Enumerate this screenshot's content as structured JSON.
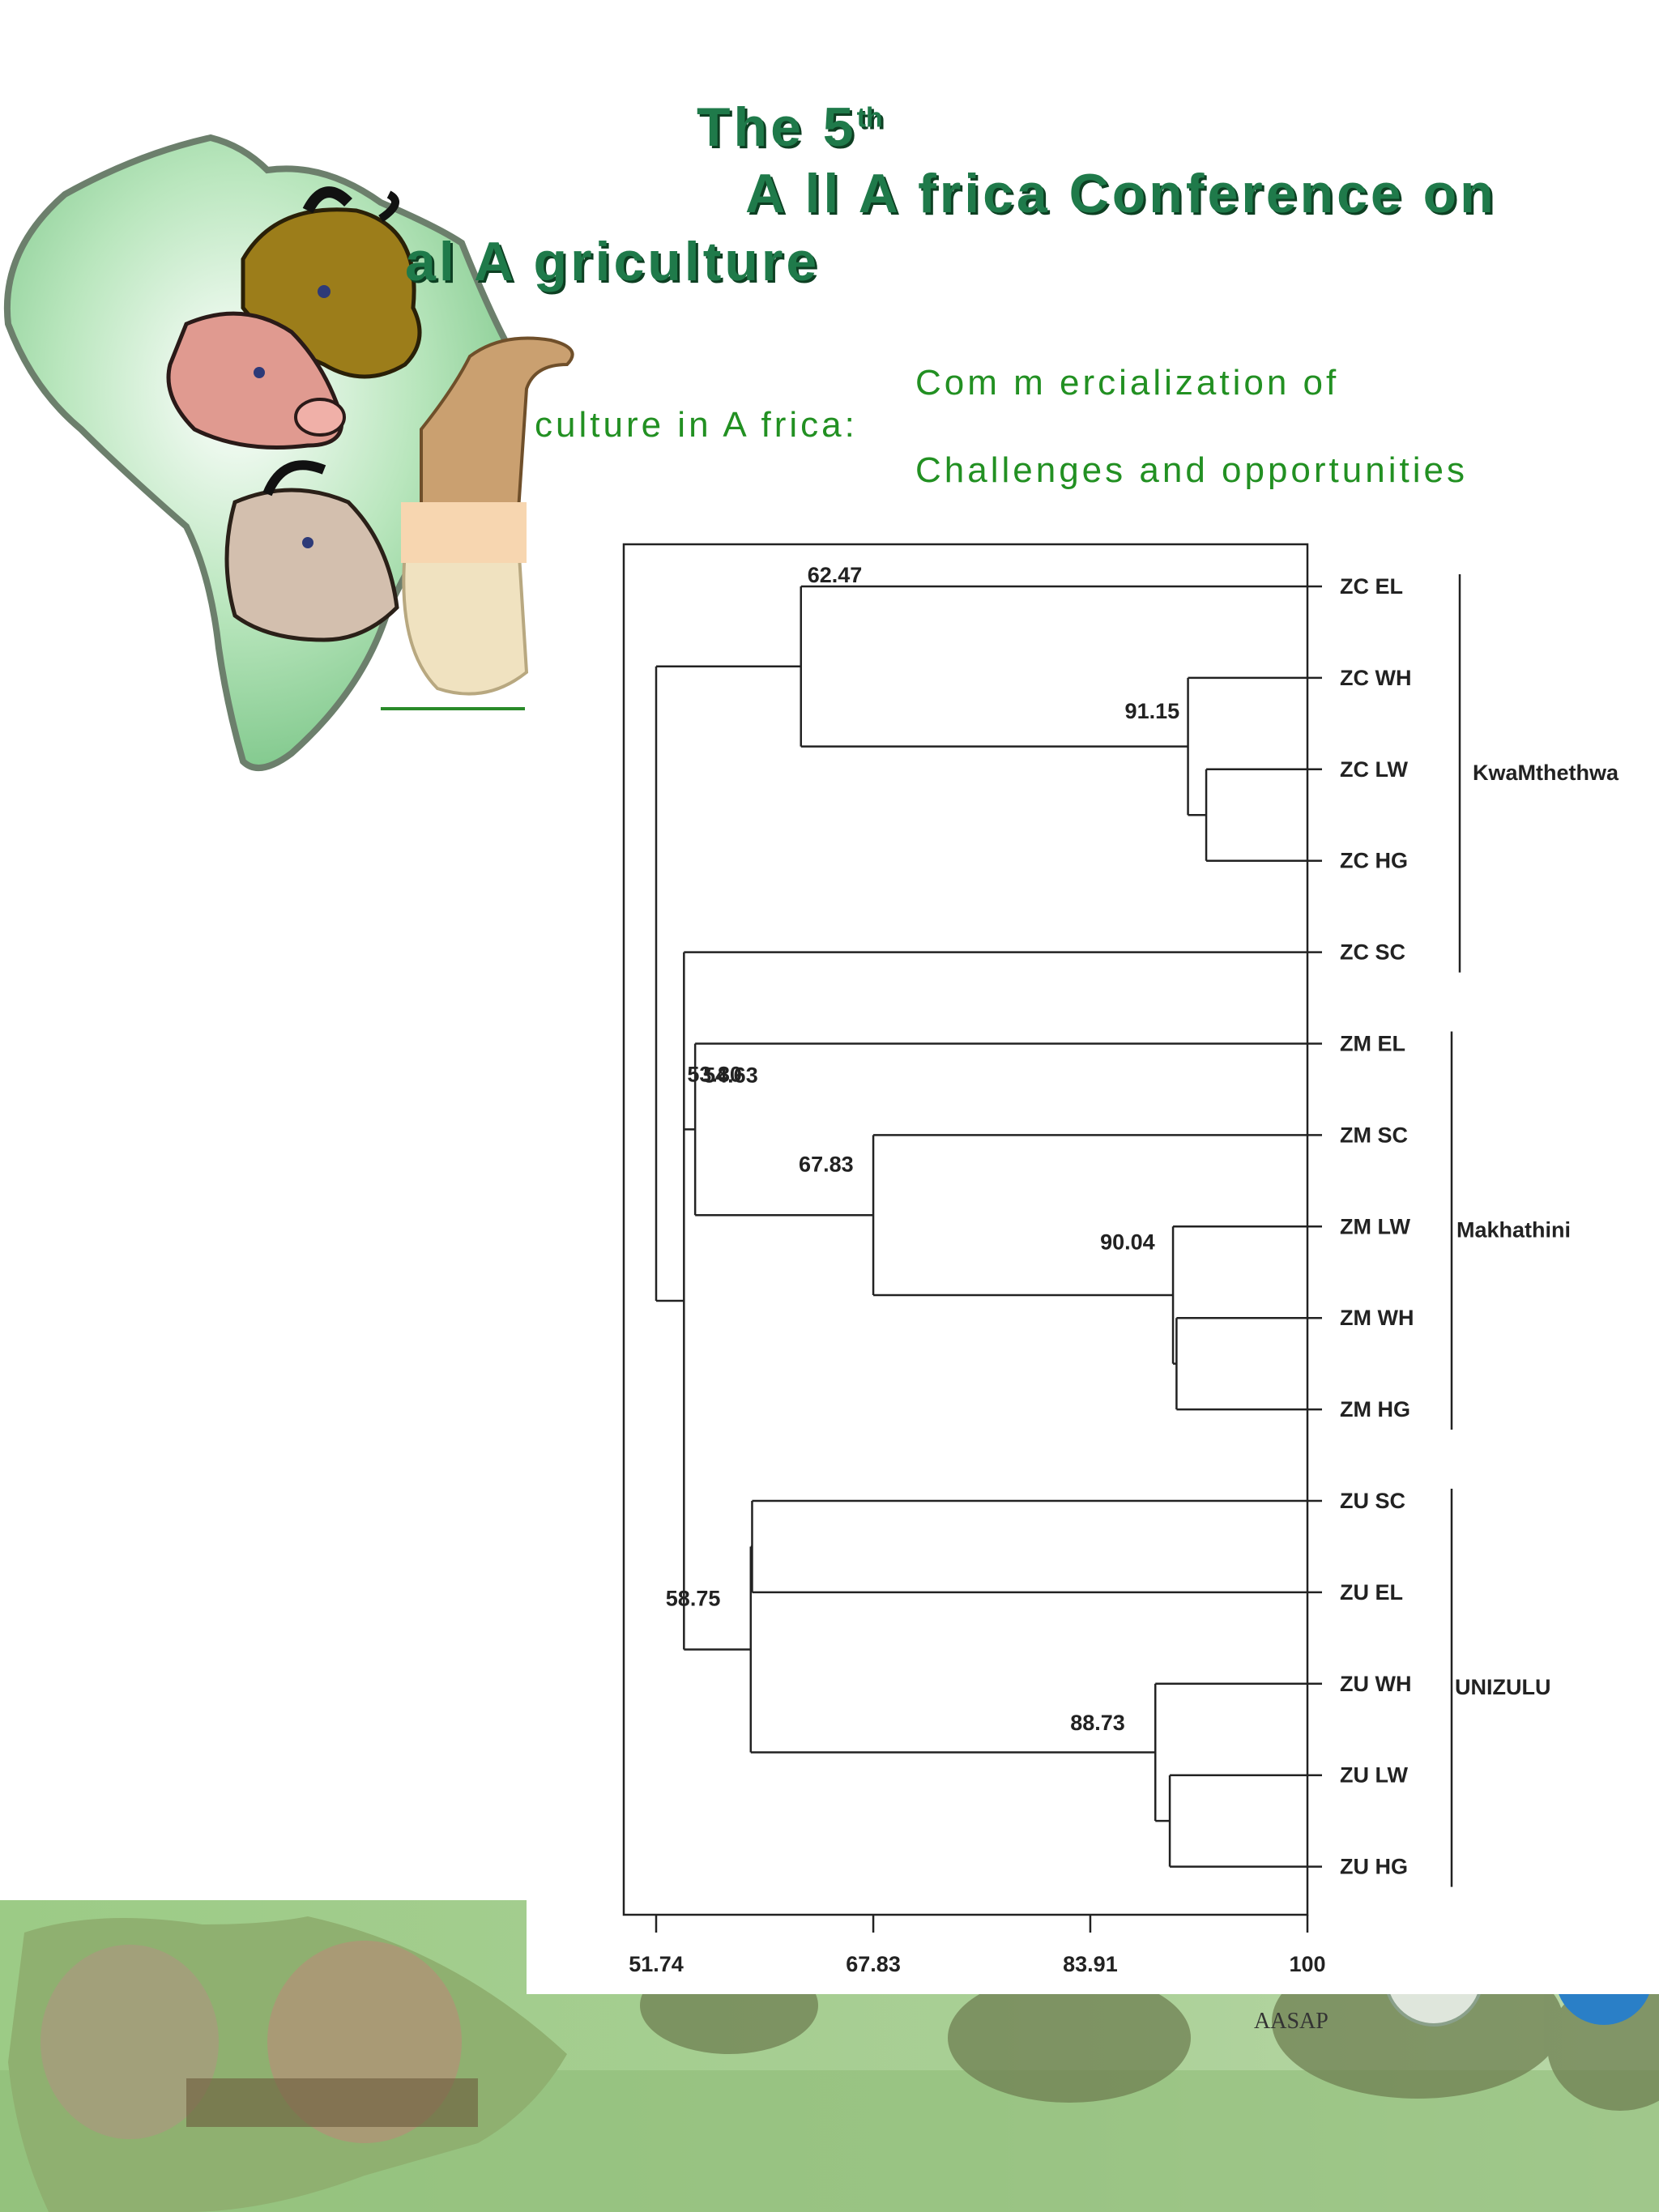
{
  "header": {
    "title_line1": "The 5",
    "title_sup": "th",
    "title_line2": "A ll A frica Conference on",
    "title_line3": "al A griculture",
    "subtitle_line1": "Com m ercialization of",
    "subtitle_line2": "culture in A frica:",
    "subtitle_line3": "Challenges and opportunities"
  },
  "footer": {
    "logo_label": "AASAP"
  },
  "colors": {
    "title_green": "#1f7a4a",
    "subtitle_green": "#229022",
    "banner_green": "#9fc98a",
    "africa_green": "#9ad9a4"
  },
  "chart_data": {
    "type": "dendrogram",
    "orientation": "horizontal",
    "xaxis": {
      "min": 51.74,
      "max": 100,
      "ticks": [
        51.74,
        67.83,
        83.91,
        100
      ],
      "tick_labels": [
        "51.74",
        "67.83",
        "83.91",
        "100"
      ]
    },
    "leaves": [
      "ZC EL",
      "ZC WH",
      "ZC LW",
      "ZC HG",
      "ZC SC",
      "ZM EL",
      "ZM SC",
      "ZM LW",
      "ZM WH",
      "ZM HG",
      "ZU SC",
      "ZU EL",
      "ZU WH",
      "ZU LW",
      "ZU HG"
    ],
    "merges": [
      {
        "id": "a",
        "children": [
          "ZC LW",
          "ZC HG"
        ],
        "similarity": 92.5
      },
      {
        "id": "b",
        "children": [
          "ZC WH",
          "a"
        ],
        "similarity": 91.15,
        "label": "91.15"
      },
      {
        "id": "c",
        "children": [
          "ZC EL",
          "b"
        ],
        "similarity": 62.47,
        "label": "62.47"
      },
      {
        "id": "d",
        "children": [
          "ZM WH",
          "ZM HG"
        ],
        "similarity": 90.3
      },
      {
        "id": "e",
        "children": [
          "ZM LW",
          "d"
        ],
        "similarity": 90.04,
        "label": "90.04"
      },
      {
        "id": "f",
        "children": [
          "ZM SC",
          "e"
        ],
        "similarity": 67.83,
        "label": "67.83"
      },
      {
        "id": "g",
        "children": [
          "ZM EL",
          "f"
        ],
        "similarity": 54.63,
        "label": "54.63"
      },
      {
        "id": "h",
        "children": [
          "ZU LW",
          "ZU HG"
        ],
        "similarity": 89.8
      },
      {
        "id": "i",
        "children": [
          "ZU WH",
          "h"
        ],
        "similarity": 88.73,
        "label": "88.73"
      },
      {
        "id": "j",
        "children": [
          "ZU SC",
          "ZU EL"
        ],
        "similarity": 58.85
      },
      {
        "id": "k",
        "children": [
          "j",
          "i"
        ],
        "similarity": 58.75,
        "label": "58.75"
      },
      {
        "id": "l",
        "children": [
          "ZC SC",
          "g",
          "k"
        ],
        "similarity": 53.8,
        "label": "53.80"
      },
      {
        "id": "m",
        "children": [
          "c",
          "l"
        ],
        "similarity": 51.74
      }
    ],
    "groups": [
      {
        "name": "KwaMthethwa",
        "from": "ZC EL",
        "to": "ZC SC"
      },
      {
        "name": "Makhathini",
        "from": "ZM EL",
        "to": "ZM HG"
      },
      {
        "name": "UNIZULU",
        "from": "ZU SC",
        "to": "ZU HG"
      }
    ]
  }
}
